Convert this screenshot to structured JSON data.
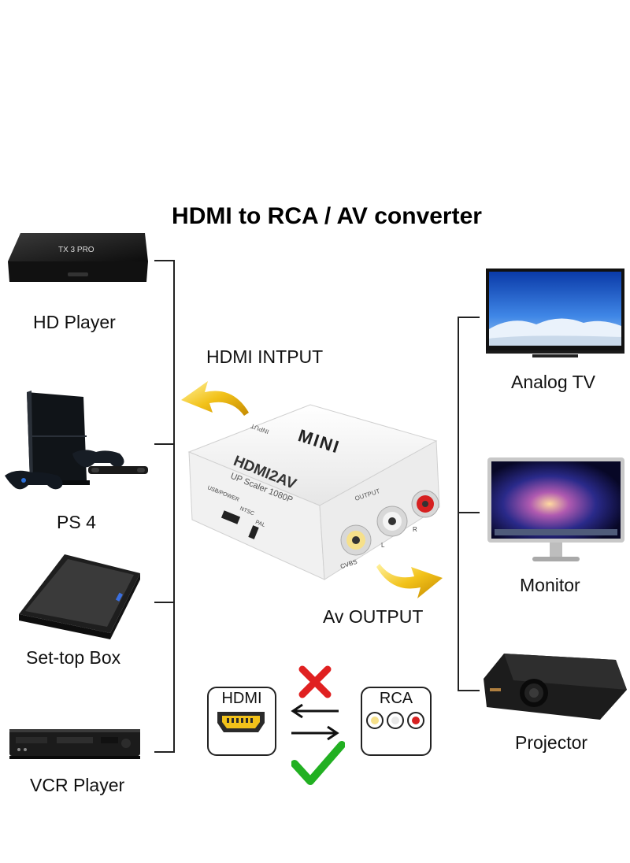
{
  "title": "HDMI to RCA / AV converter",
  "sources": [
    {
      "label": "HD Player",
      "brand_text": "TX 3 PRO"
    },
    {
      "label": "PS 4"
    },
    {
      "label": "Set-top Box"
    },
    {
      "label": "VCR Player"
    }
  ],
  "displays": [
    {
      "label": "Analog TV"
    },
    {
      "label": "Monitor"
    },
    {
      "label": "Projector"
    }
  ],
  "converter": {
    "input_label": "HDMI INTPUT",
    "output_label": "Av OUTPUT",
    "front_text": "MINI",
    "model_text": "HDMI2AV",
    "subtitle_text": "UP Scaler 1080P",
    "input_port_text": "INPUT",
    "output_port_text": "OUTPUT",
    "usb_text": "USB/POWER",
    "ntsc_text": "NTSC",
    "pal_text": "PAL",
    "cvbs_text": "CVBS",
    "l_text": "L",
    "r_text": "R"
  },
  "direction": {
    "hdmi_label": "HDMI",
    "rca_label": "RCA",
    "cross_color": "#e02020",
    "check_color": "#22b022"
  }
}
